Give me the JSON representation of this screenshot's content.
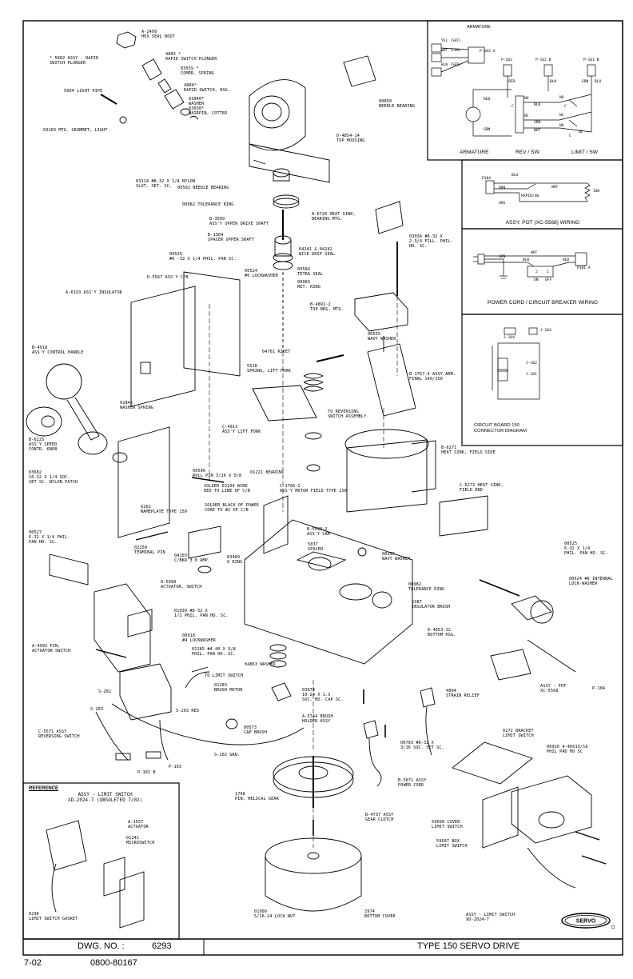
{
  "footer": {
    "dwg_no_label": "DWG. NO. :",
    "dwg_no_value": "6293",
    "title": "TYPE 150 SERVO DRIVE",
    "date": "7-02",
    "part_no": "0800-80167"
  },
  "brand": "SERVO",
  "insets": {
    "armature": {
      "title": "ARMATURE",
      "caption_left": "ARMATURE",
      "caption_mid": "REV / SW",
      "caption_right": "LIMIT / SW",
      "connectors": [
        "P-102 A",
        "P-103",
        "P-102 B",
        "P-101 B"
      ],
      "wires": [
        "YEL (SHT)",
        "WHT (COM)",
        "BLK (SER)",
        "RED",
        "GRN",
        "BLK",
        "GRN",
        "WHT",
        "RED",
        "BLK",
        "GRN",
        "BLU"
      ],
      "marks": [
        "NO",
        "NC",
        "C",
        "NO",
        "NC",
        "C",
        "NO",
        "NC",
        "C"
      ]
    },
    "pot": {
      "caption": "ASSY, POT (XC-5568) WIRING",
      "labels": [
        "P104",
        "BLU",
        "BRN",
        "WHT",
        "ORG",
        "RAPID/SW",
        "10K"
      ]
    },
    "power": {
      "caption": "POWER CORD / CIRCUIT BREAKER WIRING",
      "labels": [
        "WHT",
        "GRN",
        "BLK",
        "RED",
        "2",
        "1",
        "ON",
        "OFF",
        "P101 A"
      ]
    },
    "circuit": {
      "caption_1": "CIRCUIT BOARD 150",
      "caption_2": "CONNECTOR DIAGRAM",
      "labels": [
        "J-103",
        "J-104",
        "J-102",
        "J-101"
      ]
    }
  },
  "reference": {
    "heading": "REFERENCE",
    "title_1": "ASSY - LIMIT SWITCH",
    "title_2": "XD-2024-7 (OBSOLETED 7/02)",
    "parts": [
      [
        "A-1557",
        "ACTUATOR"
      ],
      [
        "01241",
        "MICROSWITCH"
      ],
      [
        "0296",
        "LIMIT SWITCH GASKET"
      ]
    ]
  },
  "parts": [
    [
      "A-2499",
      "HEX SEAL BOOT"
    ],
    [
      "4883 *",
      "RAPID SWITCH PLUNGER"
    ],
    [
      "* 5882 ASSY - RAPID",
      "SWITCH PLUNGER"
    ],
    [
      "03039 *",
      "COMPR. SPRING"
    ],
    [
      "5064 LIGHT PIPE"
    ],
    [
      "4884*",
      "RAPID SWITCH, HSG."
    ],
    [
      "03040*",
      "WASHER"
    ],
    [
      "03038*",
      "HAIRPIN, COTTER"
    ],
    [
      "03103 MTG. GROMMET, LIGHT"
    ],
    [
      "00850",
      "NEEDLE BEARING"
    ],
    [
      "D-4854-14",
      "TOP HOUSING"
    ],
    [
      "03114 #8-32 X 1/4 NYLON",
      "SLOT. SET. SC."
    ],
    [
      "00502 NEEDLE BEARING"
    ],
    [
      "00982 TOLERANCE RING"
    ],
    [
      "B-3509",
      "ASS'Y UPPER DRIVE SHAFT"
    ],
    [
      "B-1364",
      "SPACER UPPER SHAFT"
    ],
    [
      "A-6720 HEAT SINK,",
      "BEARING MTG."
    ],
    [
      "03034 #8-32 X",
      "2-3/4 FILL. PHIL.",
      "HD. SC."
    ],
    [
      "00525",
      "#6 -32 X 1/4 PHIL. PAN SC."
    ],
    [
      "04241 & 04242",
      "WICK DRIP SEAL"
    ],
    [
      "00524",
      "#6 LOCKWASHER"
    ],
    [
      "D-5567 ASS'Y C/B"
    ],
    [
      "00584",
      "TETRA SEAL"
    ],
    [
      "00983",
      "RET. RING"
    ],
    [
      "A-6193 ASS'Y INSULATOR"
    ],
    [
      "B-4891-2",
      "TOP BRG. MTG."
    ],
    [
      "00555",
      "WAVY WASHER"
    ],
    [
      "04761 RIVET"
    ],
    [
      "B-4918",
      "ASS'Y CONTROL HANDLE"
    ],
    [
      "5528",
      "SPRING, LIFT FORK"
    ],
    [
      "B-1767-4 ASSY ARM.",
      "FINAL 140/150"
    ],
    [
      "02842",
      "WASHER SPRING"
    ],
    [
      "TO REVERSING",
      "SWITCH ASSEMBLY"
    ],
    [
      "C-4913",
      "ASS'Y LIFT FORK"
    ],
    [
      "B-6225",
      "ASS'Y SPEED",
      "CONTR. KNOB"
    ],
    [
      "B-6271",
      "HEAT SINK, FIELD SIDE"
    ],
    [
      "03682",
      "10-32 X 1/4 SOC.",
      "SET SC. NYLON PATCH"
    ],
    [
      "01221 BEARING"
    ],
    [
      "00596",
      "ROLL PIN 3/16 X 5/8"
    ],
    [
      "C-1766-2",
      "ASS'Y MOTOR FIELD TYPE 150"
    ],
    [
      "C-6272 HEAT SINK,",
      "FIELD END"
    ],
    [
      "SOLDER 03104 WIRE",
      "RED TO LINE OF C/B"
    ],
    [
      "6262",
      "NAMEPLATE TYPE 150"
    ],
    [
      "SOLDER BLACK OF POWER",
      "CORD TO #2 OF C/B"
    ],
    [
      "00527",
      "6-32 X 1/4 PHIL.",
      "PAN HD. SC."
    ],
    [
      "02258",
      "TERMINAL PIN"
    ],
    [
      "04103",
      "C/BKR 3.0 AMP."
    ],
    [
      "B-5530-2",
      "ASS'Y CAM"
    ],
    [
      "5037",
      "SPACER"
    ],
    [
      "00525",
      "6-32 X 1/4",
      "PHIL. PAN HD. SC."
    ],
    [
      "03489",
      "O RING"
    ],
    [
      "00555",
      "WAVY WASHER"
    ],
    [
      "00524 #6 INTERNAL",
      "LOCK-WASHER"
    ],
    [
      "A-5098",
      "ACTUATOR, SWITCH"
    ],
    [
      "00982",
      "TOLERANCE RING"
    ],
    [
      "5387",
      "INSULATOR BRUSH"
    ],
    [
      "01930 #8-32 X",
      "1/2 PHIL. PAN HD. SC."
    ],
    [
      "A-4992 PIN,",
      "ACTUATOR SWITCH"
    ],
    [
      "00918",
      "#4 LOCKWASHER"
    ],
    [
      "01285 #4-40 X 3/8",
      "PHIL. PAN HD. SC."
    ],
    [
      "D-4853-12",
      "BOTTOM HSG."
    ],
    [
      "TO LIMIT SWITCH"
    ],
    [
      "04863 WASHER"
    ],
    [
      "01283",
      "BRUSH MOTOR"
    ],
    [
      "ASSY - POT",
      "XC-5568"
    ],
    [
      "P-104"
    ],
    [
      "S-202"
    ],
    [
      "S-203"
    ],
    [
      "S-203 RED"
    ],
    [
      "03074",
      "10-24 X 1.5",
      "SOC. HD. CAP SC."
    ],
    [
      "4894",
      "STRAIN RELIEF"
    ],
    [
      "A-5744 BRUSH",
      "HOLDER ASSY"
    ],
    [
      "C-5571 ASSY",
      "REVERSING SWITCH"
    ],
    [
      "00573",
      "CAP BRUSH"
    ],
    [
      "00703 #8-32 X",
      "3/16 SOC. SET SC."
    ],
    [
      "0272 BRACKET",
      "LIMIT SWITCH"
    ],
    [
      "S-202 GRN."
    ],
    [
      "P-102 B"
    ],
    [
      "P-103"
    ],
    [
      "06926 4-40X13/16",
      "PHIL PAD HD SC"
    ],
    [
      "B-5071 ASSY",
      "POWER CORD"
    ],
    [
      "1768",
      "PIN, HELICAL GEAR"
    ],
    [
      "B-4737 ASSY",
      "GEAR CLUTCH"
    ],
    [
      "59098 COVER",
      "LIMIT SWITCH"
    ],
    [
      "59097 BOX",
      "LIMIT SWITCH"
    ],
    [
      "ASSY - LIMIT SWITCH",
      "XD-2024-7"
    ],
    [
      "01009",
      "5/16-24 LOCK NUT"
    ],
    [
      "2974",
      "BOTTOM COVER"
    ]
  ]
}
